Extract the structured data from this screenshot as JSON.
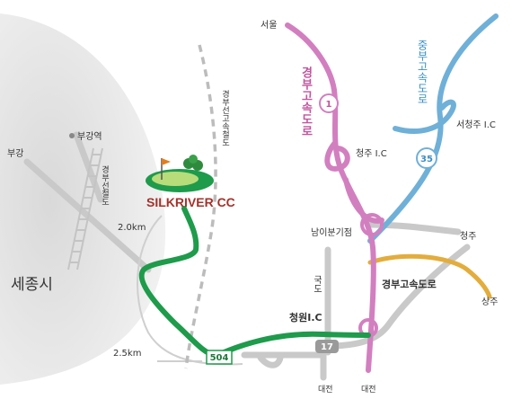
{
  "colors": {
    "expressway": "#d27fc0",
    "jungbu_expressway": "#6fb0d8",
    "route_to_club": "#1e9b4b",
    "regional_road": "#e3ad3c",
    "minor_road": "#c8c8c8",
    "sejong_area": "#e7e7e7"
  },
  "places": {
    "seoul": "서울",
    "sejong": "세종시",
    "bugang": "부강",
    "bugang_station": "부강역",
    "cheongju_ic": "청주 I.C",
    "seocheongju_ic": "서청주 I.C",
    "namibungijeom": "남이분기점",
    "cheongju": "청주",
    "sangju": "상주",
    "cheongwon_ic": "청원I.C",
    "daejeon_left": "대전",
    "daejeon_right": "대전"
  },
  "roads": {
    "gyeongbu_expressway_top": "경부고속도로",
    "gyeongbu_expressway_bottom": "경부고속도로",
    "jungbu_expressway": "중부고속도로",
    "gyeongbu_line_rail": "경부선철도",
    "gyeongbu_hsr": "경부선고속철도",
    "national_road": "국도"
  },
  "distances": {
    "upper": "2.0km",
    "lower": "2.5km"
  },
  "shields": {
    "expressway_1": "1",
    "expressway_35": "35",
    "national_17": "17",
    "local_504": "504"
  },
  "club": {
    "name": "SILKRIVER CC"
  }
}
